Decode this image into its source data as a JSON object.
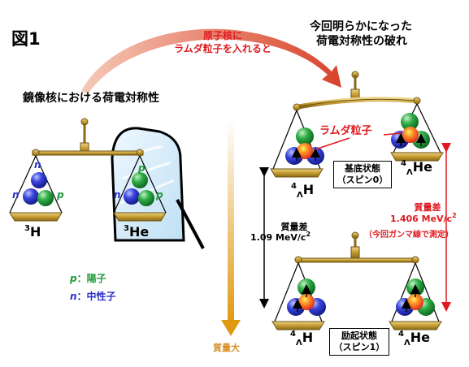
{
  "figure_label": "図1",
  "left_title": "鏡像核における荷電対称性",
  "right_title_line1": "今回明らかになった",
  "right_title_line2": "荷電対称性の破れ",
  "arrow_text_line1": "原子核に",
  "arrow_text_line2": "ラムダ粒子を入れると",
  "lambda_label": "ラムダ粒子",
  "mass_axis_label": "質量大",
  "h3_label": {
    "sup": "3",
    "main": "H"
  },
  "he3_label": {
    "sup": "3",
    "main": "He"
  },
  "h4_label": {
    "sup": "4",
    "sub": "Λ",
    "main": "H"
  },
  "he4_label": {
    "sup": "4",
    "sub": "Λ",
    "main": "He"
  },
  "nucleon_n": "n",
  "nucleon_p": "p",
  "legend": {
    "p_symbol": "p",
    "p_text": "：陽子",
    "n_symbol": "n",
    "n_text": "：中性子"
  },
  "ground_state": {
    "line1": "基底状態",
    "line2": "（スピン0）"
  },
  "excited_state": {
    "line1": "励起状態",
    "line2": "（スピン1）"
  },
  "mass_diff_black": {
    "title": "質量差",
    "value": "1.09 MeV/c",
    "exp": "2"
  },
  "mass_diff_red": {
    "title": "質量差",
    "value": "1.406 MeV/c",
    "exp": "2",
    "note": "（今回ガンマ線で測定）"
  },
  "colors": {
    "proton": "#1f9a3a",
    "neutron": "#2830c8",
    "lambda": "#e8322a",
    "brass": "#c9a23c",
    "red_text": "#e01a20",
    "mass_axis": "#e7a21a"
  }
}
